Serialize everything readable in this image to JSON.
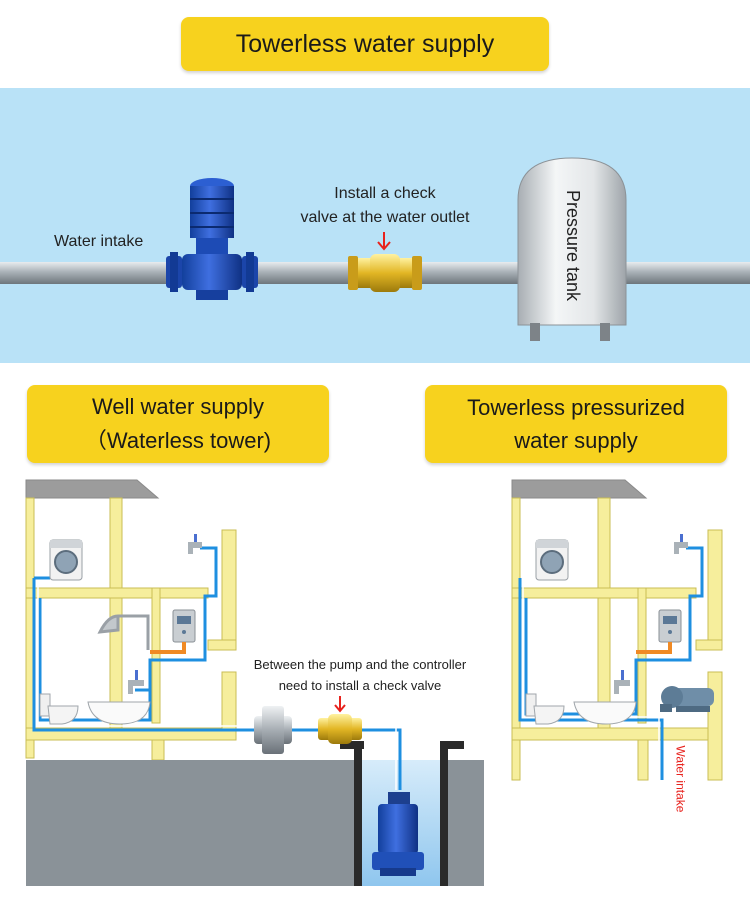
{
  "title": "Towerless water supply",
  "top_diagram": {
    "water_intake": "Water intake",
    "check_valve_note_line1": "Install a check",
    "check_valve_note_line2": "valve at the water outlet",
    "tank_label": "Pressure tank"
  },
  "well_section": {
    "title_line1": "Well water supply",
    "title_line2": "（Waterless tower)",
    "note_line1": "Between the pump and the controller",
    "note_line2": "need to install a check valve"
  },
  "pressurized_section": {
    "title_line1": "Towerless pressurized",
    "title_line2": "water supply",
    "water_intake": "Water intake"
  },
  "colors": {
    "label_yellow": "#f7d21e",
    "sky_blue": "#b9e2f7",
    "pipe_blue": "#1e8fe0",
    "building": "#f6ee9c",
    "arrow_red": "#e8221d"
  }
}
